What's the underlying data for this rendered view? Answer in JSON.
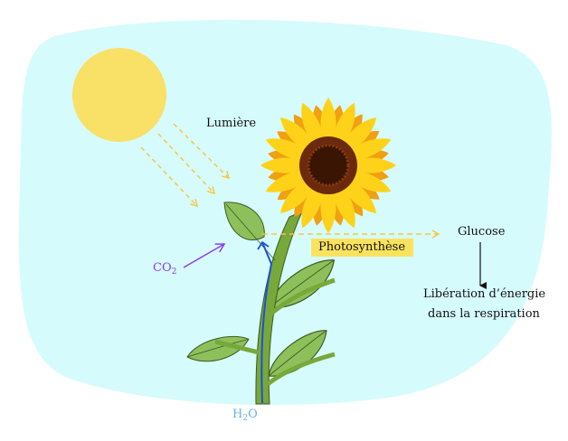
{
  "labels": {
    "light": "Lumière",
    "photosynthesis": "Photosynthèse",
    "glucose": "Glucose",
    "energy_line1": "Libération d’énergie",
    "energy_line2": "dans la respiration",
    "co2_main": "CO",
    "co2_sub": "2",
    "h2o_h": "H",
    "h2o_sub": "2",
    "h2o_o": "O"
  },
  "colors": {
    "background": "#d6fbfd",
    "sun": "#f9e066",
    "light_rays": "#f5c842",
    "co2": "#8a3ff0",
    "h2o": "#6ab4ee",
    "highlight": "#f9e35e",
    "stem": "#78a83a",
    "water_path": "#1f4fd8"
  }
}
